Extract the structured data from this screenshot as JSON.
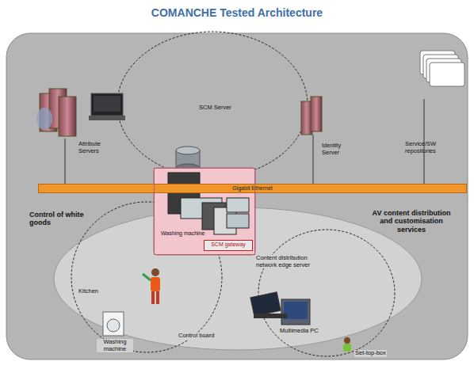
{
  "diagram": {
    "title": "COMANCHE Tested Architecture",
    "nodes": [
      {
        "text": [
          "Gigabit Ethernet"
        ]
      },
      {
        "text": [
          "Washing machine"
        ]
      },
      {
        "text": [
          "SCM gateway"
        ],
        "in": 1
      }
    ],
    "labels": [
      "Attribute Servers",
      "SCM Server",
      "Identity Server",
      "Service/SW repositories",
      "Control of white goods",
      "AV content distribution and customisation services",
      "Kitchen",
      "Washing machine",
      "Control board",
      "Content distribution network edge server",
      "Multimedia PC",
      "Set-top-box"
    ]
  }
}
